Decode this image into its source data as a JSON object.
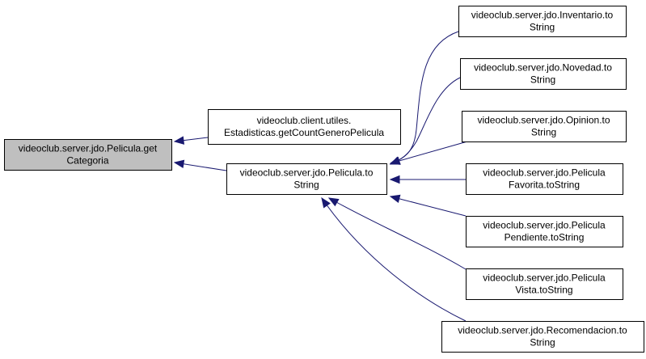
{
  "diagram": {
    "kind": "call-graph",
    "colors": {
      "edge": "#191970",
      "node_border": "#000000",
      "node_fill": "#ffffff",
      "root_fill": "#bfbfbf",
      "text": "#000000"
    },
    "nodes": [
      {
        "id": "root",
        "lines": [
          "videoclub.server.jdo.Pelicula.get",
          "Categoria"
        ],
        "highlighted": true
      },
      {
        "id": "estadisticas",
        "lines": [
          "videoclub.client.utiles.",
          "Estadisticas.getCountGeneroPelicula"
        ],
        "highlighted": false
      },
      {
        "id": "pelicula_tostring",
        "lines": [
          "videoclub.server.jdo.Pelicula.to",
          "String"
        ],
        "highlighted": false
      },
      {
        "id": "inventario",
        "lines": [
          "videoclub.server.jdo.Inventario.to",
          "String"
        ],
        "highlighted": false
      },
      {
        "id": "novedad",
        "lines": [
          "videoclub.server.jdo.Novedad.to",
          "String"
        ],
        "highlighted": false
      },
      {
        "id": "opinion",
        "lines": [
          "videoclub.server.jdo.Opinion.to",
          "String"
        ],
        "highlighted": false
      },
      {
        "id": "favorita",
        "lines": [
          "videoclub.server.jdo.Pelicula",
          "Favorita.toString"
        ],
        "highlighted": false
      },
      {
        "id": "pendiente",
        "lines": [
          "videoclub.server.jdo.Pelicula",
          "Pendiente.toString"
        ],
        "highlighted": false
      },
      {
        "id": "vista",
        "lines": [
          "videoclub.server.jdo.Pelicula",
          "Vista.toString"
        ],
        "highlighted": false
      },
      {
        "id": "recomendacion",
        "lines": [
          "videoclub.server.jdo.Recomendacion.to",
          "String"
        ],
        "highlighted": false
      }
    ],
    "edges": [
      {
        "from": "estadisticas",
        "to": "root"
      },
      {
        "from": "pelicula_tostring",
        "to": "root"
      },
      {
        "from": "inventario",
        "to": "pelicula_tostring"
      },
      {
        "from": "novedad",
        "to": "pelicula_tostring"
      },
      {
        "from": "opinion",
        "to": "pelicula_tostring"
      },
      {
        "from": "favorita",
        "to": "pelicula_tostring"
      },
      {
        "from": "pendiente",
        "to": "pelicula_tostring"
      },
      {
        "from": "vista",
        "to": "pelicula_tostring"
      },
      {
        "from": "recomendacion",
        "to": "pelicula_tostring"
      }
    ]
  }
}
